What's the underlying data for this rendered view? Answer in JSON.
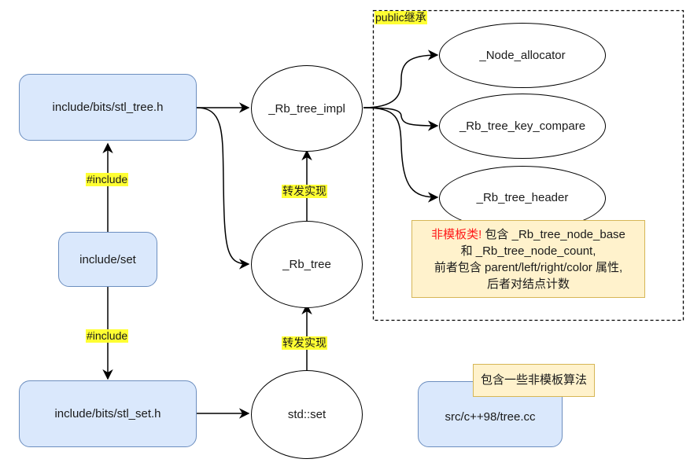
{
  "group": {
    "label": "public继承"
  },
  "files": {
    "stl_tree": "include/bits/stl_tree.h",
    "set": "include/set",
    "stl_set": "include/bits/stl_set.h",
    "tree_cc": "src/c++98/tree.cc"
  },
  "classes": {
    "rb_tree_impl": "_Rb_tree_impl",
    "rb_tree": "_Rb_tree",
    "std_set": "std::set",
    "node_allocator": "_Node_allocator",
    "key_compare": "_Rb_tree_key_compare",
    "header": "_Rb_tree_header"
  },
  "edge_labels": {
    "include_upper": "#include",
    "include_lower": "#include",
    "forward_upper": "转发实现",
    "forward_lower": "转发实现"
  },
  "notes": {
    "header_note": {
      "highlight": "非模板类!",
      "line1_rest": " 包含 _Rb_tree_node_base",
      "line2": "和 _Rb_tree_node_count,",
      "line3": "前者包含 parent/left/right/color 属性,",
      "line4": "后者对结点计数"
    },
    "tree_cc_note": "包含一些非模板算法"
  },
  "colors": {
    "file_fill": "#dae8fc",
    "file_stroke": "#6c8ebf",
    "note_fill": "#fff2cc",
    "note_stroke": "#d6b656",
    "label_highlight": "#ffff33",
    "warning_text": "#ff1a1a"
  }
}
